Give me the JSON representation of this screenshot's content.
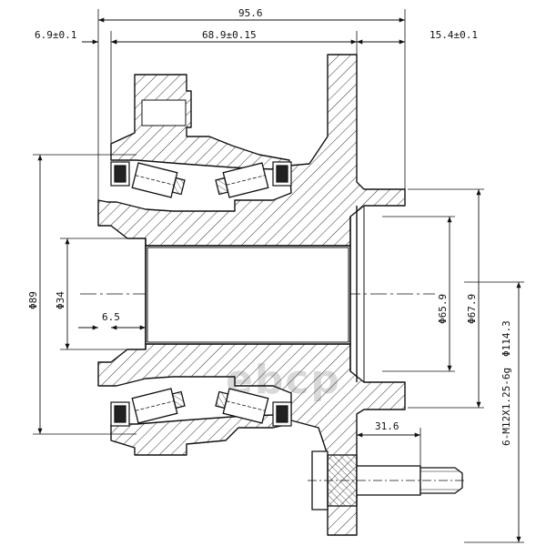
{
  "drawing": {
    "subject": "wheel hub bearing assembly cross-section",
    "line_color": "#111111",
    "hatch_color": "#333333",
    "background": "#ffffff",
    "watermark": "ebcp"
  },
  "dimensions": {
    "overall_width": "95.6",
    "left_offset": "6.9±0.1",
    "bearing_span": "68.9±0.15",
    "flange_thickness": "15.4±0.1",
    "outer_diameter": "Φ89",
    "bore_diameter": "Φ34",
    "bore_step": "6.5",
    "pilot_diameter": "Φ65.9",
    "flange_recess_diameter": "Φ67.9",
    "bolt_circle": "Φ114.3",
    "stud_spec": "6-M12X1.25-6g",
    "stud_length": "31.6"
  }
}
